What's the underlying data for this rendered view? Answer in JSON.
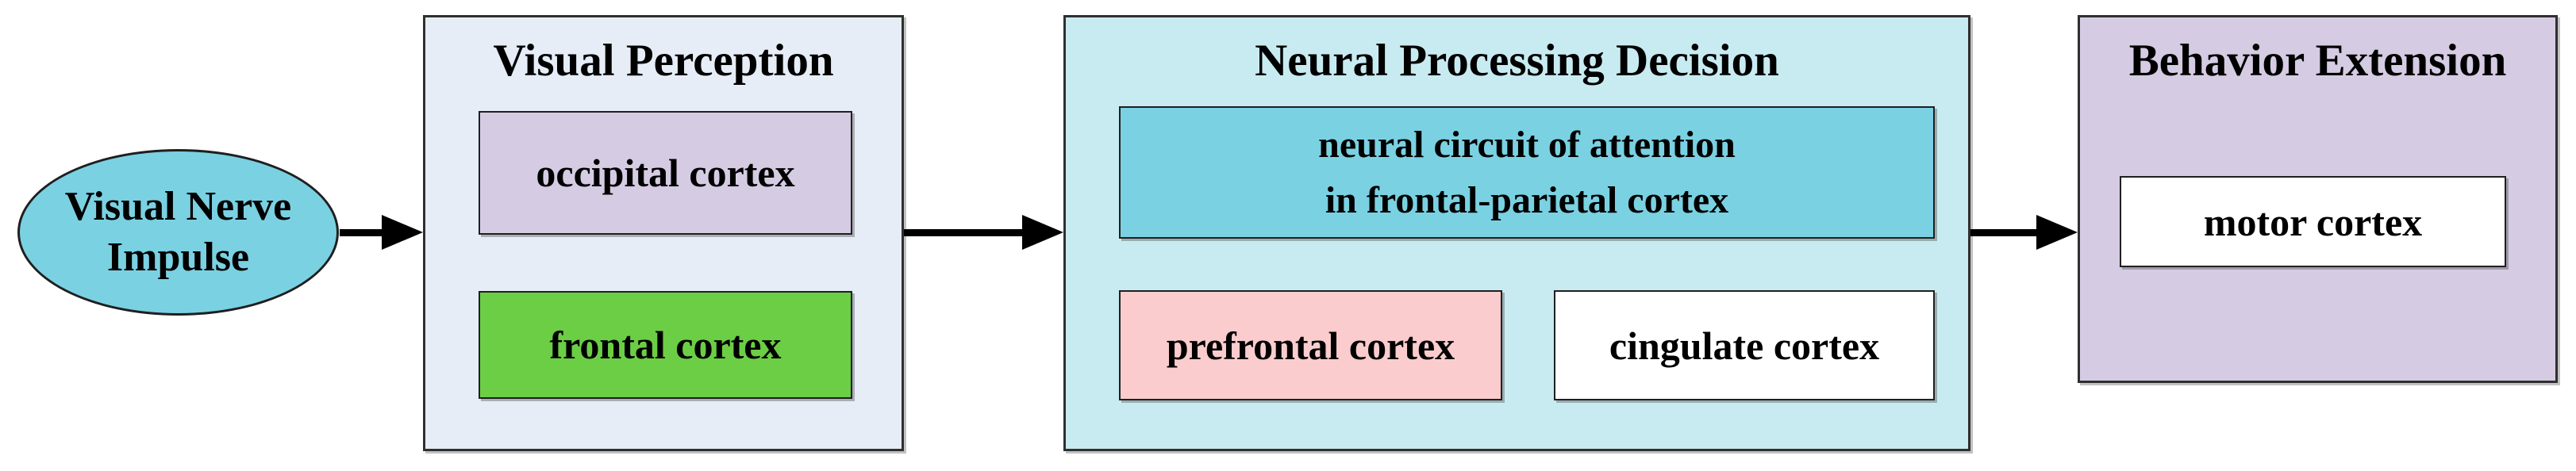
{
  "palette": {
    "page-bg": "#ffffff",
    "text-color": "#000000",
    "node-border": "#1f1f1f",
    "stage-border": "#2f2f2f",
    "arrow-color": "#000000",
    "ellipse-fill": "#7ad1e2",
    "stage1-bg": "#e6edf7",
    "stage2-bg": "#c8ebf1",
    "stage3-bg": "#d5cce3",
    "lavender-node": "#d5cce3",
    "green-node": "#6bce44",
    "teal-node": "#7ad1e2",
    "pink-node": "#faccce",
    "white-node": "#ffffff"
  },
  "diagram": {
    "start": {
      "line1": "Visual Nerve",
      "line2": "Impulse"
    },
    "stage1": {
      "title": "Visual Perception",
      "node1": "occipital cortex",
      "node2": "frontal cortex"
    },
    "stage2": {
      "title": "Neural Processing Decision",
      "node1_line1": "neural circuit of attention",
      "node1_line2": "in frontal-parietal cortex",
      "node2": "prefrontal cortex",
      "node3": "cingulate cortex"
    },
    "stage3": {
      "title": "Behavior Extension",
      "node1": "motor cortex"
    }
  }
}
